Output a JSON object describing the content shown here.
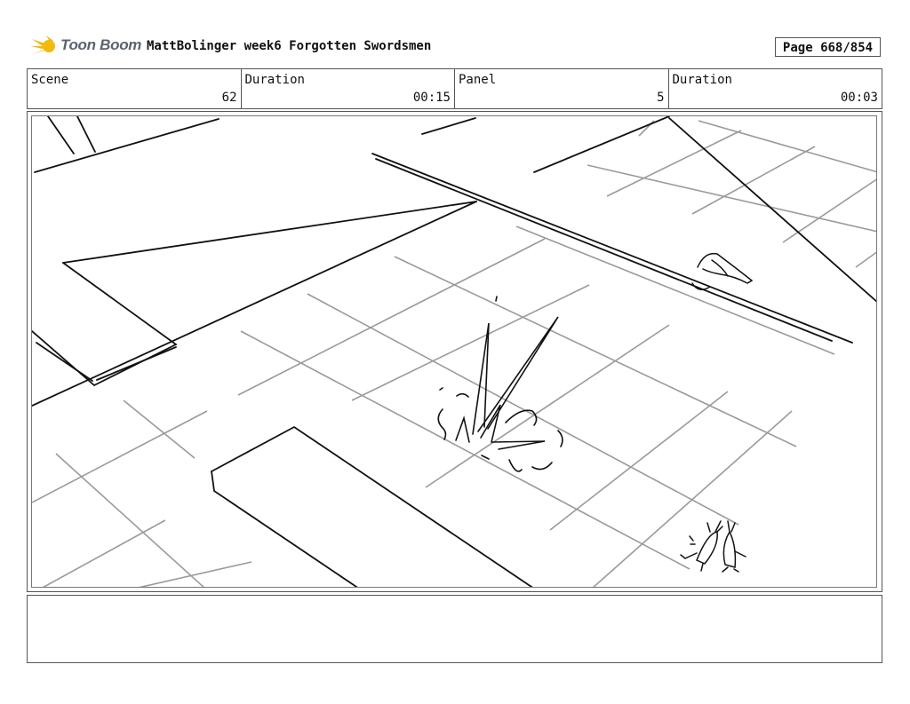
{
  "header": {
    "logo_text": "Toon Boom",
    "document_title": "MattBolinger week6 Forgotten Swordsmen",
    "page_label": "Page 668/854"
  },
  "info": {
    "scene_label": "Scene",
    "scene_value": "62",
    "duration_label": "Duration",
    "duration_value": "00:15",
    "panel_label": "Panel",
    "panel_value": "5",
    "panel_duration_label": "Duration",
    "panel_duration_value": "00:03"
  },
  "notes": {
    "text": ""
  }
}
